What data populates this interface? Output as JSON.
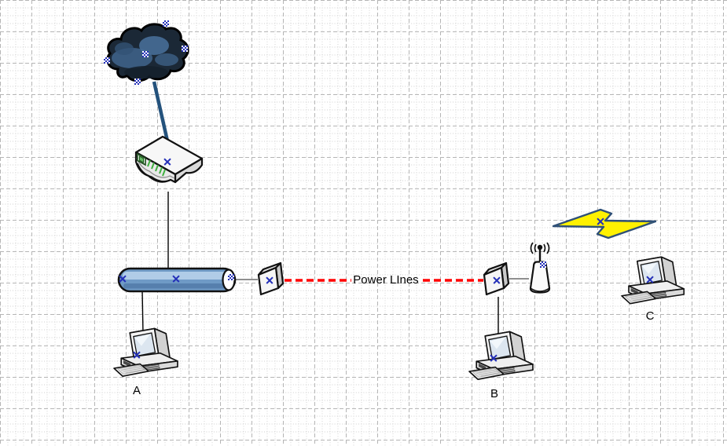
{
  "diagram": {
    "kind": "network-diagram-canvas",
    "labels": {
      "powerline_link": "Power LInes",
      "computer_a": "A",
      "computer_b": "B",
      "computer_c": "C"
    },
    "nodes": [
      {
        "icon": "internet-cloud-icon"
      },
      {
        "icon": "modem-router-icon"
      },
      {
        "icon": "ethernet-segment-icon"
      },
      {
        "icon": "powerline-adapter-icon",
        "side": "left"
      },
      {
        "icon": "powerline-adapter-icon",
        "side": "right"
      },
      {
        "icon": "wireless-access-point-icon"
      },
      {
        "icon": "lightning-bolt-icon"
      },
      {
        "icon": "desktop-pc-icon",
        "label": "A"
      },
      {
        "icon": "desktop-pc-icon",
        "label": "B"
      },
      {
        "icon": "desktop-pc-icon",
        "label": "C"
      }
    ],
    "colors": {
      "red_dashed_link": "#FF0000",
      "internet_cable_blue": "#24527C",
      "bolt_yellow": "#FFF101",
      "bolt_outline": "#2F5077",
      "cylinder_blue": "#6F9AC6",
      "marker_blue": "#2430B8",
      "grid_minor": "#CFCFCF",
      "grid_major": "#B5B5B5"
    }
  }
}
